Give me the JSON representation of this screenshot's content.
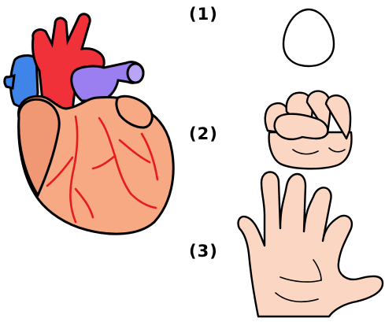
{
  "options": [
    {
      "label": "(1)",
      "image": "egg"
    },
    {
      "label": "(2)",
      "image": "clenched-fist"
    },
    {
      "label": "(3)",
      "image": "open-hand"
    }
  ],
  "illustration": {
    "image": "human-heart"
  },
  "colors": {
    "outline": "#000000",
    "heart_muscle": "#f6a983",
    "heart_muscle_dark": "#f09773",
    "aorta_red": "#f0313a",
    "vessel_blue": "#3f84e8",
    "vessel_purple": "#9b7ff0",
    "coronary_red": "#e81b1b",
    "skin": "#fbd7c3",
    "egg": "#ffffff"
  }
}
